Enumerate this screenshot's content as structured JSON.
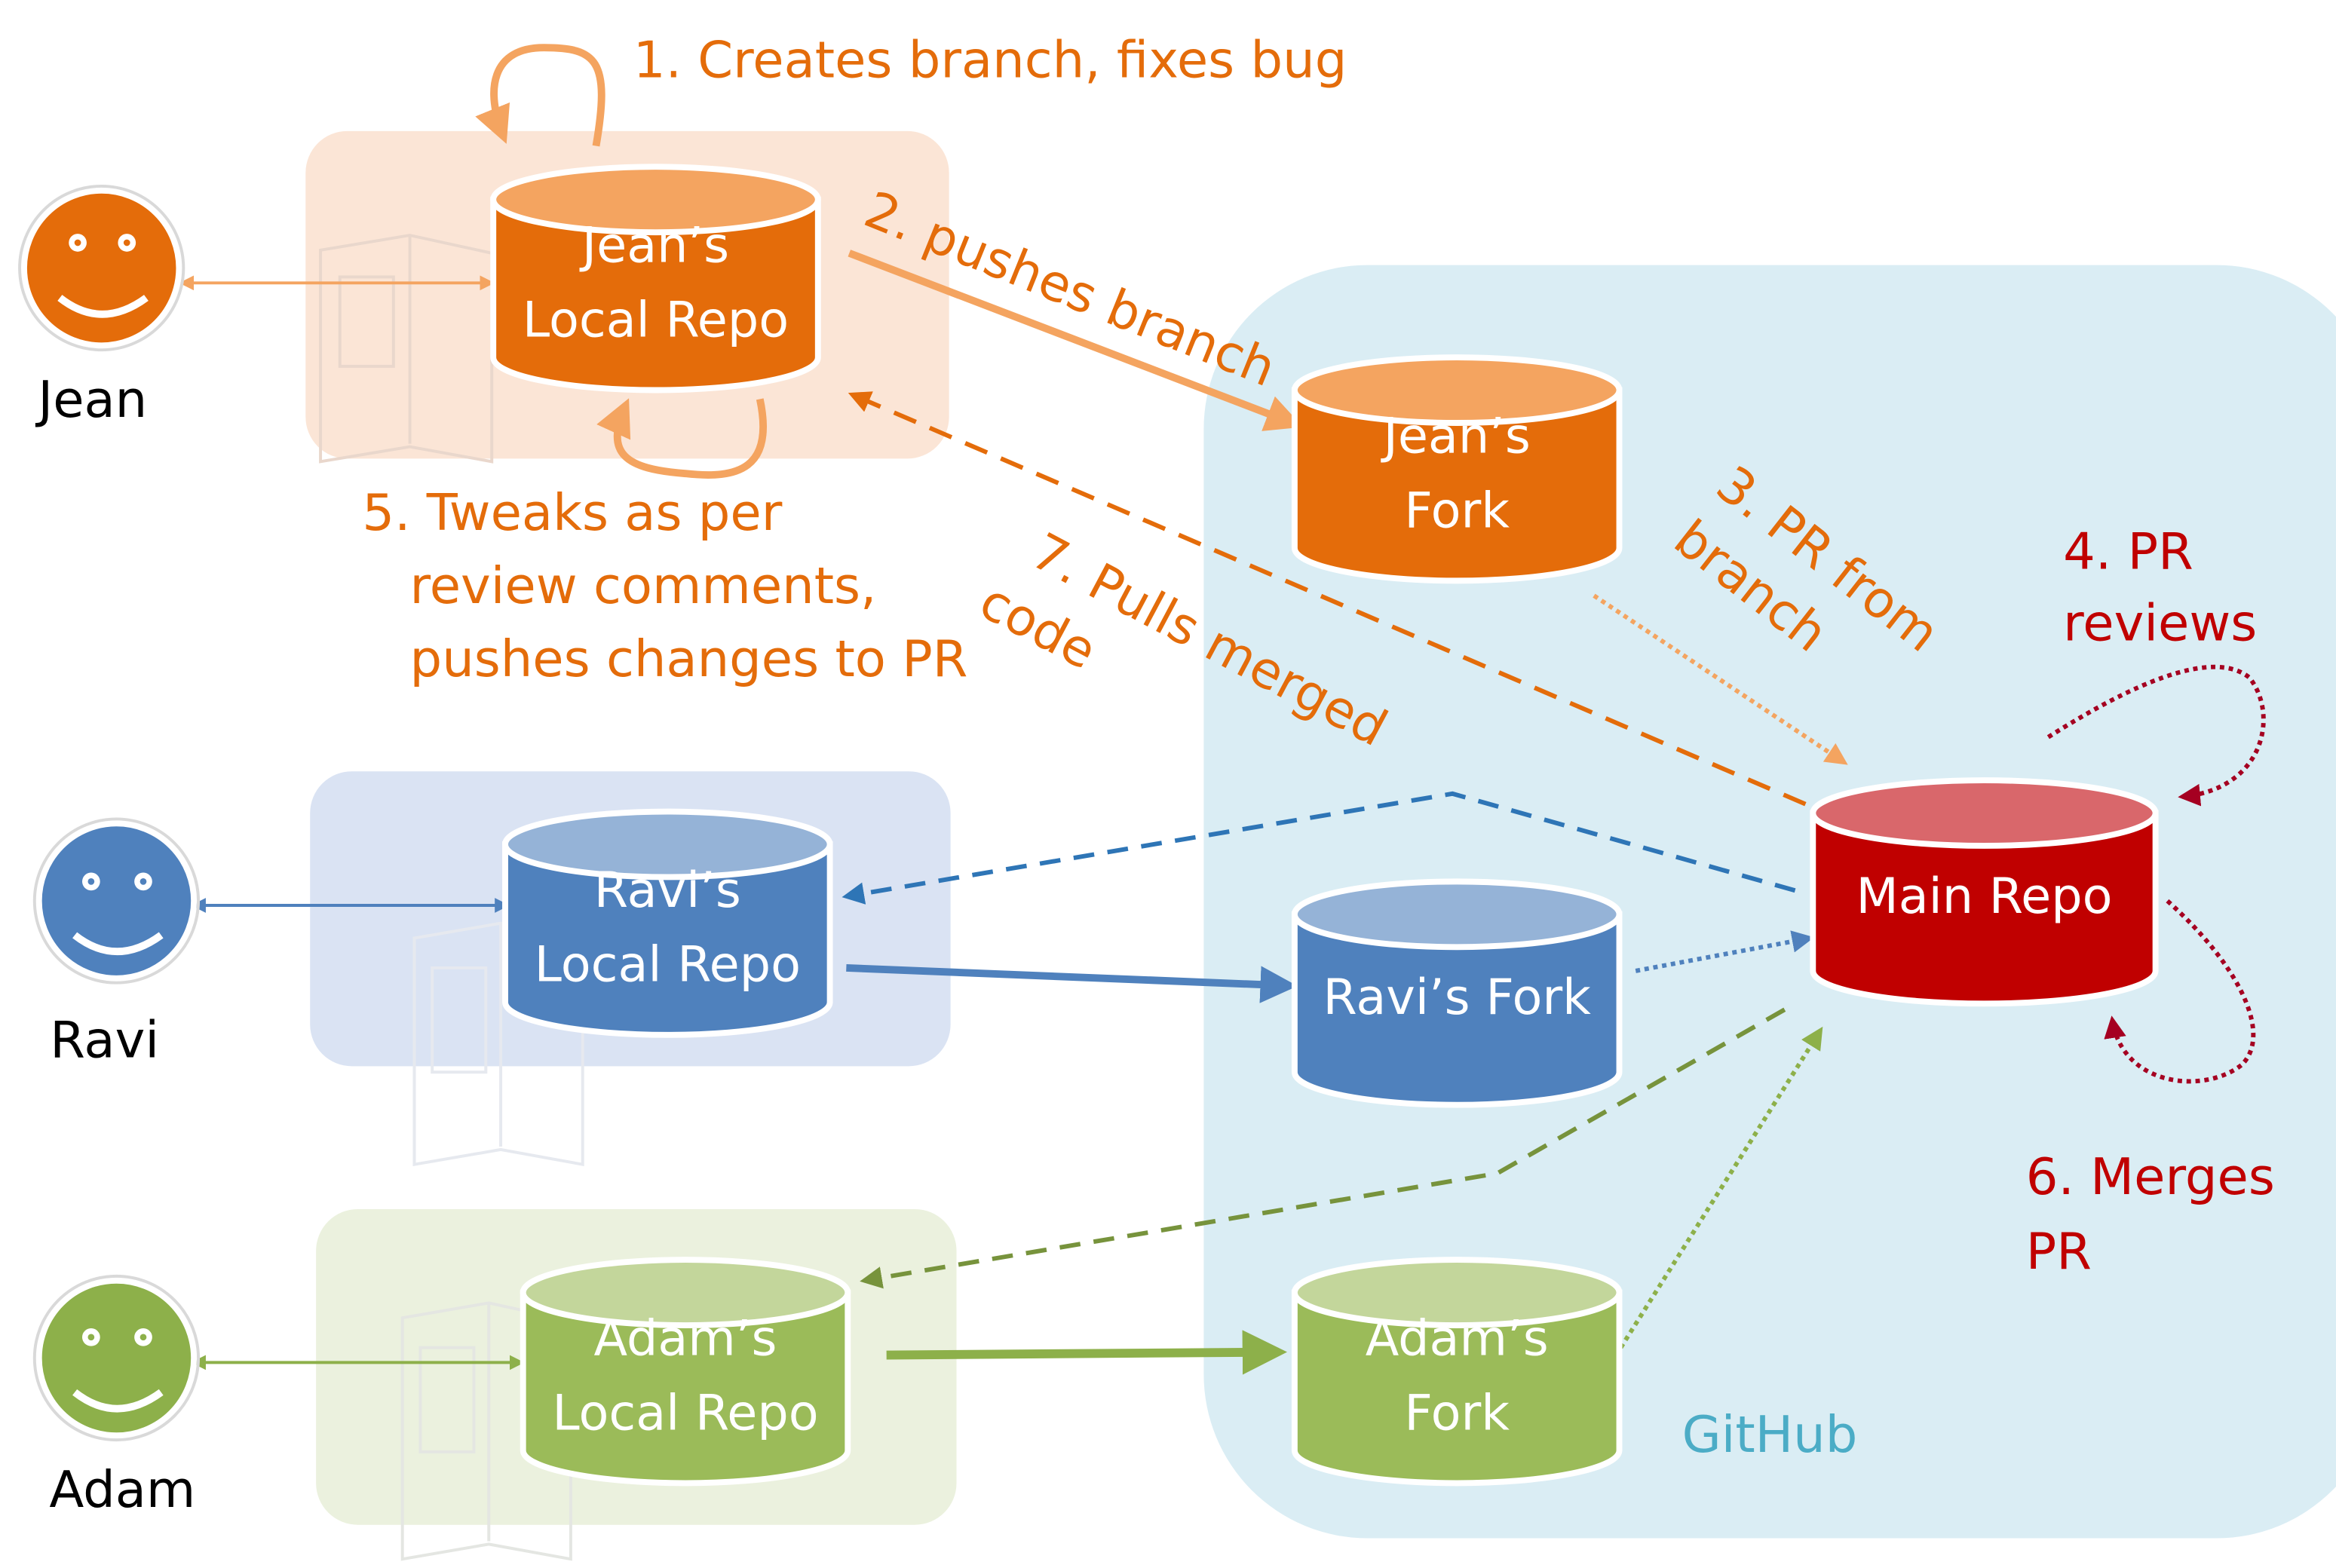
{
  "region_label": "GitHub",
  "people": [
    {
      "name": "Jean",
      "color": "#e46c0a"
    },
    {
      "name": "Ravi",
      "color": "#4f81bd"
    },
    {
      "name": "Adam",
      "color": "#8db04a"
    }
  ],
  "repos": {
    "jean_local": {
      "line1": "Jean’s",
      "line2": "Local Repo"
    },
    "jean_fork": {
      "line1": "Jean’s",
      "line2": "Fork"
    },
    "ravi_local": {
      "line1": "Ravi’s",
      "line2": "Local Repo"
    },
    "ravi_fork": {
      "line1": "Ravi’s Fork"
    },
    "adam_local": {
      "line1": "Adam’s",
      "line2": "Local Repo"
    },
    "adam_fork": {
      "line1": "Adam’s",
      "line2": "Fork"
    },
    "main": {
      "line1": "Main Repo"
    }
  },
  "steps": {
    "s1": "1. Creates branch, fixes bug",
    "s2": "2. pushes branch",
    "s3_line1": "3. PR from",
    "s3_line2": "branch",
    "s4_line1": "4. PR",
    "s4_line2": "reviews",
    "s5_line1": "5. Tweaks as per",
    "s5_line2": "review comments,",
    "s5_line3": "pushes changes to PR",
    "s6_line1": "6. Merges",
    "s6_line2": "PR",
    "s7_line1": "7. Pulls merged",
    "s7_line2": "code"
  },
  "colors": {
    "orange": "#e46c0a",
    "orange_light": "#f4a460",
    "blue": "#4f81bd",
    "blue_top": "#95b3d7",
    "green": "#9bbb59",
    "green_top": "#c3d69b",
    "red": "#c00000",
    "red_top": "#d9676b",
    "github_bg": "#daedf4",
    "github_text": "#4bacc6"
  }
}
